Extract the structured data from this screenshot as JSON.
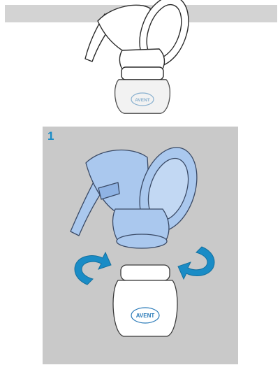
{
  "step": {
    "number": "1"
  },
  "brand": {
    "bottle_logo": "AVENT"
  },
  "colors": {
    "accent_blue": "#1a8cc6",
    "part_blue": "#aac8ee",
    "panel_gray": "#c9c9c9",
    "band_gray": "#d3d3d3"
  },
  "icons": [
    "breast-pump-illustration",
    "rotate-arrow-left-icon",
    "rotate-arrow-right-icon"
  ]
}
